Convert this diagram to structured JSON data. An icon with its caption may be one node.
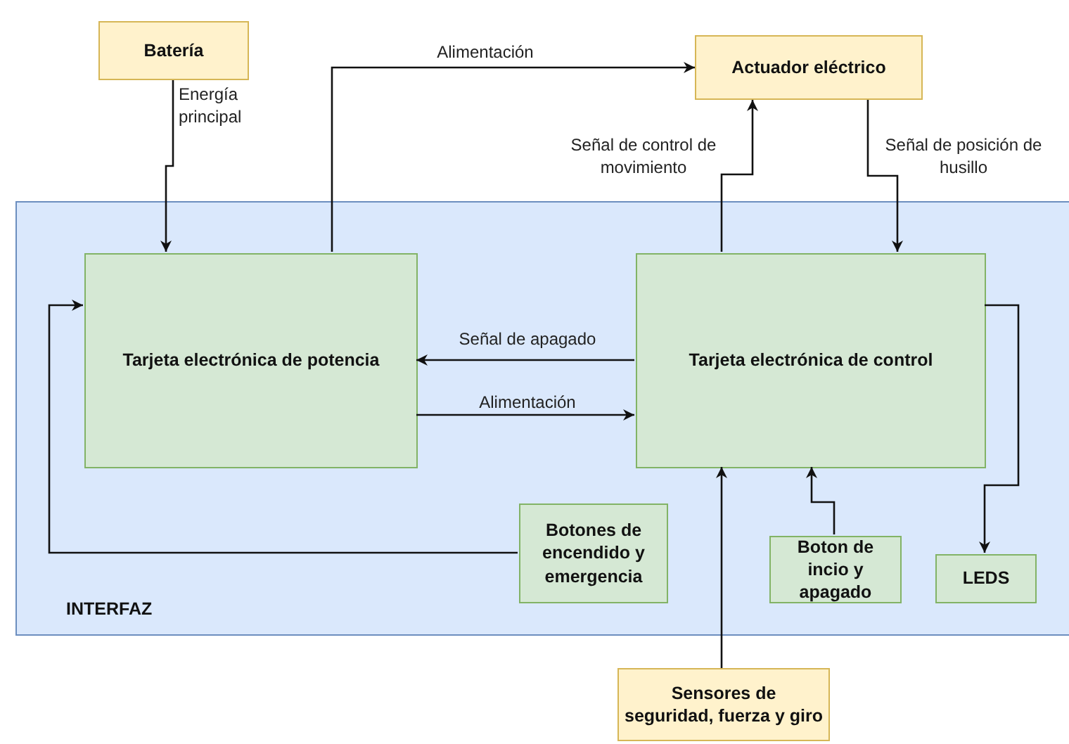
{
  "diagram": {
    "nodes": [
      {
        "text": [
          "Batería"
        ]
      },
      {
        "text": [
          "Actuador eléctrico"
        ]
      },
      {
        "text": [
          "INTERFAZ"
        ]
      },
      {
        "text": [
          "Tarjeta electrónica de potencia"
        ],
        "in": 2
      },
      {
        "text": [
          "Tarjeta electrónica de control"
        ],
        "in": 2
      },
      {
        "text": [
          "Botones de encendido y emergencia"
        ],
        "in": 2
      },
      {
        "text": [
          "Boton de incio y apagado"
        ],
        "in": 2
      },
      {
        "text": [
          "LEDS"
        ],
        "in": 2
      },
      {
        "text": [
          "Sensores de seguridad, fuerza y giro"
        ]
      }
    ],
    "edges": [
      {
        "from": 0,
        "to": 3,
        "arrow": "to",
        "label": "Energía principal"
      },
      {
        "from": 3,
        "to": 1,
        "arrow": "to",
        "label": "Alimentación"
      },
      {
        "from": 4,
        "to": 1,
        "arrow": "to",
        "label": "Señal de control de movimiento"
      },
      {
        "from": 1,
        "to": 4,
        "arrow": "to",
        "label": "Señal de posición de husillo"
      },
      {
        "from": 4,
        "to": 3,
        "arrow": "to",
        "label": "Señal de apagado"
      },
      {
        "from": 3,
        "to": 4,
        "arrow": "to",
        "label": "Alimentación"
      },
      {
        "from": 5,
        "to": 3,
        "arrow": "to"
      },
      {
        "from": 4,
        "to": 7,
        "arrow": "to"
      },
      {
        "from": 8,
        "to": 4,
        "arrow": "to"
      },
      {
        "from": 6,
        "to": 4,
        "arrow": "to"
      }
    ]
  }
}
